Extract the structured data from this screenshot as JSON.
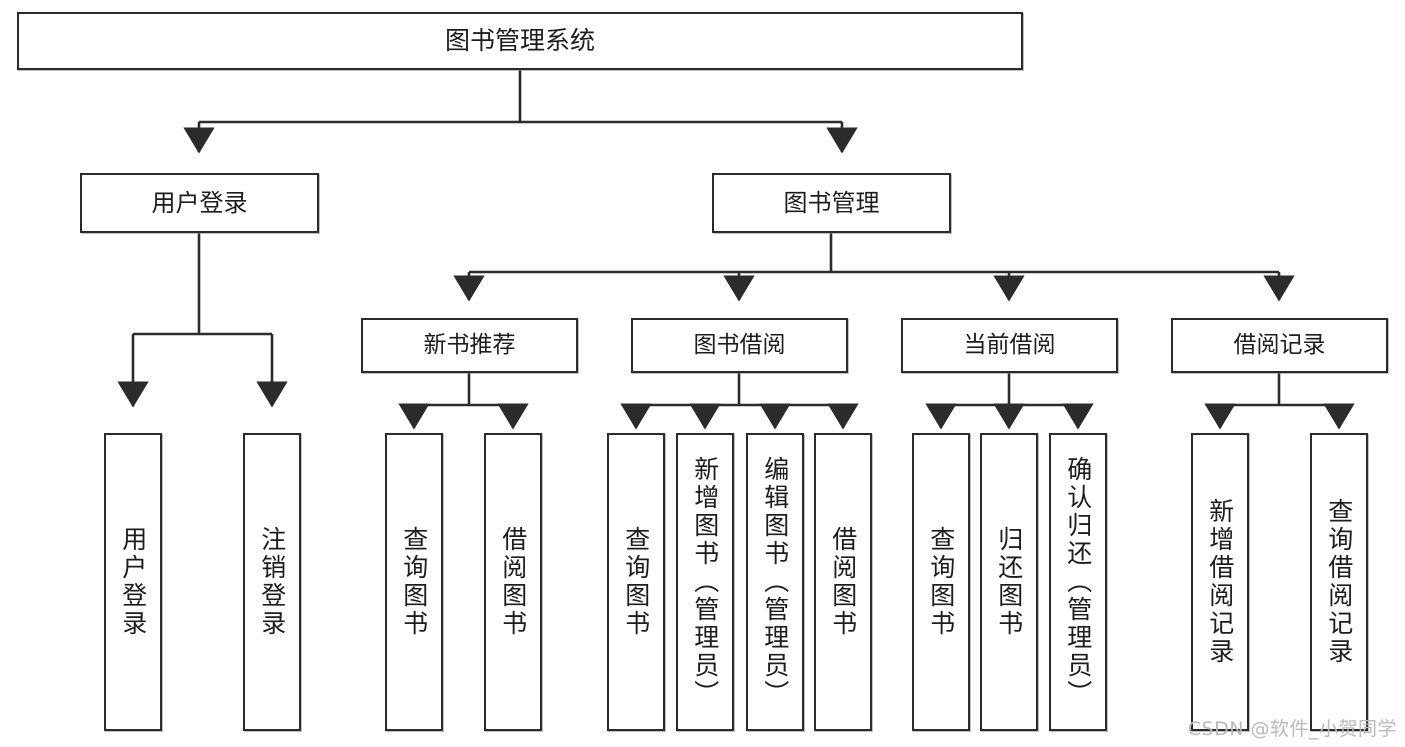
{
  "diagram": {
    "title": "图书管理系统",
    "watermark": "CSDN @软件_小贺同学",
    "line_color": "#2b2b2b",
    "box_border_color": "#2b2b2b",
    "box_fill_color": "#ffffff",
    "text_color": "#1d1d1d",
    "nodes": {
      "root": {
        "label": "图书管理系统"
      },
      "user_login": {
        "label": "用户登录"
      },
      "book_manage": {
        "label": "图书管理"
      },
      "new_book_rec": {
        "label": "新书推荐"
      },
      "book_borrow": {
        "label": "图书借阅"
      },
      "current_borrow": {
        "label": "当前借阅"
      },
      "borrow_record": {
        "label": "借阅记录"
      },
      "leaf_user_login": {
        "label": "用户登录"
      },
      "leaf_logout_login": {
        "label": "注销登录"
      },
      "leaf_query_book_1": {
        "label": "查询图书"
      },
      "leaf_borrow_book_1": {
        "label": "借阅图书"
      },
      "leaf_query_book_2": {
        "label": "查询图书"
      },
      "leaf_add_book": {
        "label": "新增图书（管理员）"
      },
      "leaf_edit_book": {
        "label": "编辑图书（管理员）"
      },
      "leaf_borrow_book_2": {
        "label": "借阅图书"
      },
      "leaf_query_book_3": {
        "label": "查询图书"
      },
      "leaf_return_book": {
        "label": "归还图书"
      },
      "leaf_confirm_return": {
        "label": "确认归还（管理员）"
      },
      "leaf_add_record": {
        "label": "新增借阅记录"
      },
      "leaf_query_record": {
        "label": "查询借阅记录"
      }
    }
  }
}
